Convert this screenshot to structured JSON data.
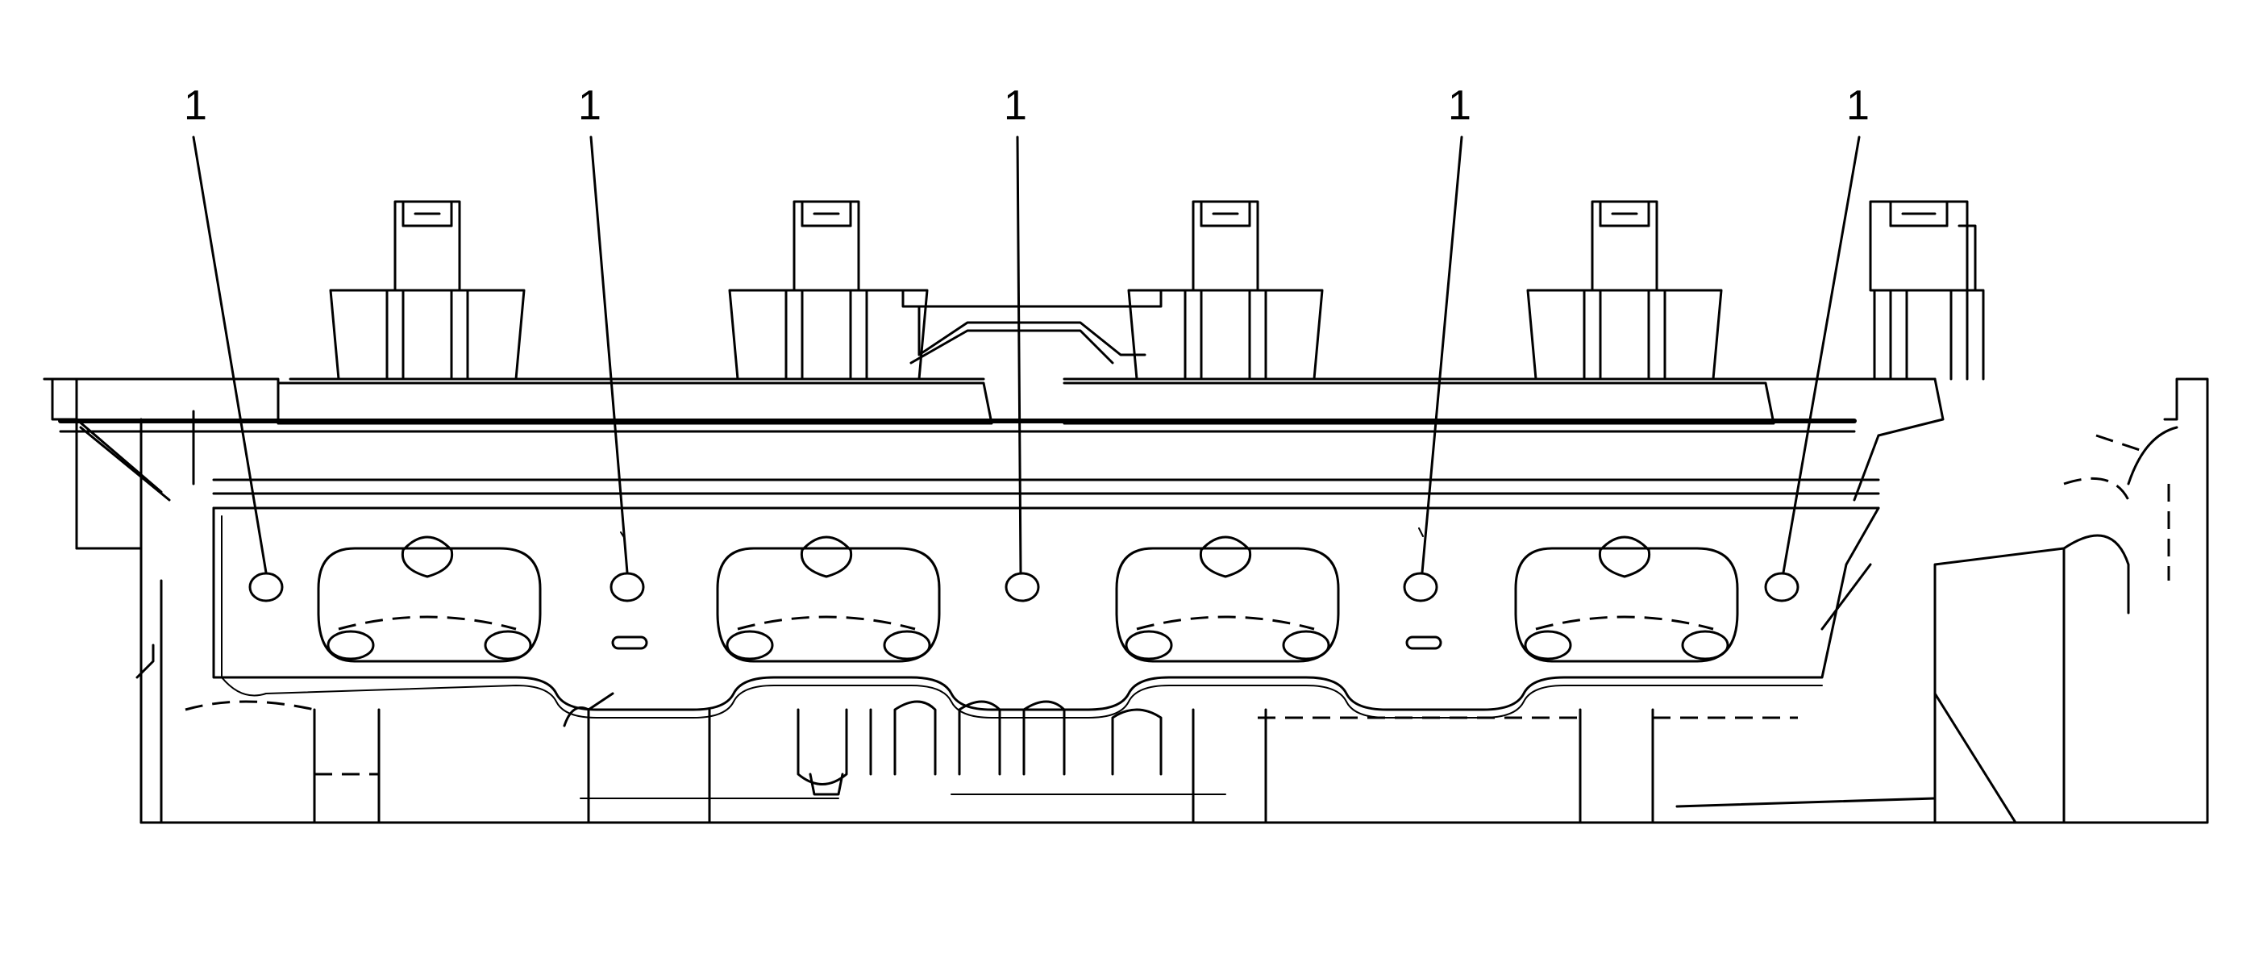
{
  "diagram": {
    "callouts": [
      {
        "id": "c1",
        "label": "1"
      },
      {
        "id": "c2",
        "label": "1"
      },
      {
        "id": "c3",
        "label": "1"
      },
      {
        "id": "c4",
        "label": "1"
      },
      {
        "id": "c5",
        "label": "1"
      }
    ]
  }
}
